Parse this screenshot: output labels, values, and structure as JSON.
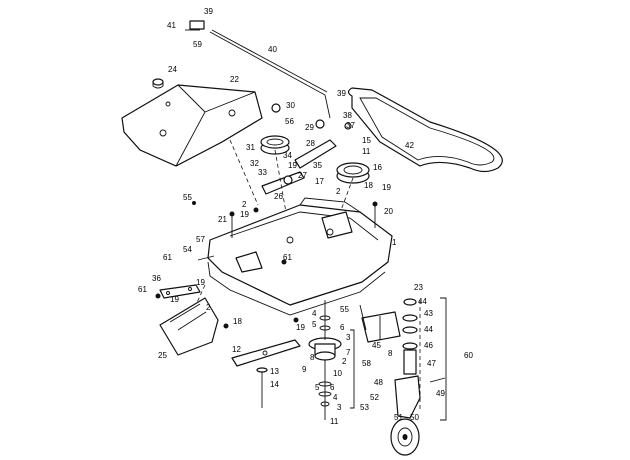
{
  "callouts": [
    {
      "id": "c39a",
      "text": "39"
    },
    {
      "id": "c41",
      "text": "41"
    },
    {
      "id": "c59",
      "text": "59"
    },
    {
      "id": "c40",
      "text": "40"
    },
    {
      "id": "c24",
      "text": "24"
    },
    {
      "id": "c22",
      "text": "22"
    },
    {
      "id": "c30",
      "text": "30"
    },
    {
      "id": "c56",
      "text": "56"
    },
    {
      "id": "c29",
      "text": "29"
    },
    {
      "id": "c39b",
      "text": "39"
    },
    {
      "id": "c38",
      "text": "38"
    },
    {
      "id": "c37",
      "text": "37"
    },
    {
      "id": "c31",
      "text": "31"
    },
    {
      "id": "c28",
      "text": "28"
    },
    {
      "id": "c34",
      "text": "34"
    },
    {
      "id": "c35",
      "text": "35"
    },
    {
      "id": "c15",
      "text": "15"
    },
    {
      "id": "c11a",
      "text": "11"
    },
    {
      "id": "c42",
      "text": "42"
    },
    {
      "id": "c32",
      "text": "32"
    },
    {
      "id": "c33",
      "text": "33"
    },
    {
      "id": "c19a",
      "text": "19"
    },
    {
      "id": "c27",
      "text": "27"
    },
    {
      "id": "c16",
      "text": "16"
    },
    {
      "id": "c17",
      "text": "17"
    },
    {
      "id": "c18a",
      "text": "18"
    },
    {
      "id": "c2a",
      "text": "2"
    },
    {
      "id": "c19b",
      "text": "19"
    },
    {
      "id": "c26",
      "text": "26"
    },
    {
      "id": "c55a",
      "text": "55"
    },
    {
      "id": "c2b",
      "text": "2"
    },
    {
      "id": "c19c",
      "text": "19"
    },
    {
      "id": "c20",
      "text": "20"
    },
    {
      "id": "c21",
      "text": "21"
    },
    {
      "id": "c1",
      "text": "1"
    },
    {
      "id": "c57",
      "text": "57"
    },
    {
      "id": "c54",
      "text": "54"
    },
    {
      "id": "c61a",
      "text": "61"
    },
    {
      "id": "c61b",
      "text": "61"
    },
    {
      "id": "c36",
      "text": "36"
    },
    {
      "id": "c61c",
      "text": "61"
    },
    {
      "id": "c19d",
      "text": "19"
    },
    {
      "id": "c19e",
      "text": "19"
    },
    {
      "id": "c2c",
      "text": "2"
    },
    {
      "id": "c18b",
      "text": "18"
    },
    {
      "id": "c25",
      "text": "25"
    },
    {
      "id": "c55b",
      "text": "55"
    },
    {
      "id": "c19f",
      "text": "19"
    },
    {
      "id": "c4a",
      "text": "4"
    },
    {
      "id": "c5a",
      "text": "5"
    },
    {
      "id": "c6a",
      "text": "6"
    },
    {
      "id": "c3a",
      "text": "3"
    },
    {
      "id": "c7",
      "text": "7"
    },
    {
      "id": "c12",
      "text": "12"
    },
    {
      "id": "c2d",
      "text": "2"
    },
    {
      "id": "c8a",
      "text": "8"
    },
    {
      "id": "c9",
      "text": "9"
    },
    {
      "id": "c10",
      "text": "10"
    },
    {
      "id": "c58",
      "text": "58"
    },
    {
      "id": "c13",
      "text": "13"
    },
    {
      "id": "c14",
      "text": "14"
    },
    {
      "id": "c5b",
      "text": "5"
    },
    {
      "id": "c6b",
      "text": "6"
    },
    {
      "id": "c4b",
      "text": "4"
    },
    {
      "id": "c3b",
      "text": "3"
    },
    {
      "id": "c11b",
      "text": "11"
    },
    {
      "id": "c23",
      "text": "23"
    },
    {
      "id": "c44a",
      "text": "44"
    },
    {
      "id": "c43",
      "text": "43"
    },
    {
      "id": "c44b",
      "text": "44"
    },
    {
      "id": "c46",
      "text": "46"
    },
    {
      "id": "c45",
      "text": "45"
    },
    {
      "id": "c8b",
      "text": "8"
    },
    {
      "id": "c60",
      "text": "60"
    },
    {
      "id": "c47",
      "text": "47"
    },
    {
      "id": "c48",
      "text": "48"
    },
    {
      "id": "c49",
      "text": "49"
    },
    {
      "id": "c52",
      "text": "52"
    },
    {
      "id": "c53",
      "text": "53"
    },
    {
      "id": "c51",
      "text": "51"
    },
    {
      "id": "c50",
      "text": "50"
    }
  ],
  "colors": {
    "ink": "#111111",
    "paper": "#ffffff"
  }
}
